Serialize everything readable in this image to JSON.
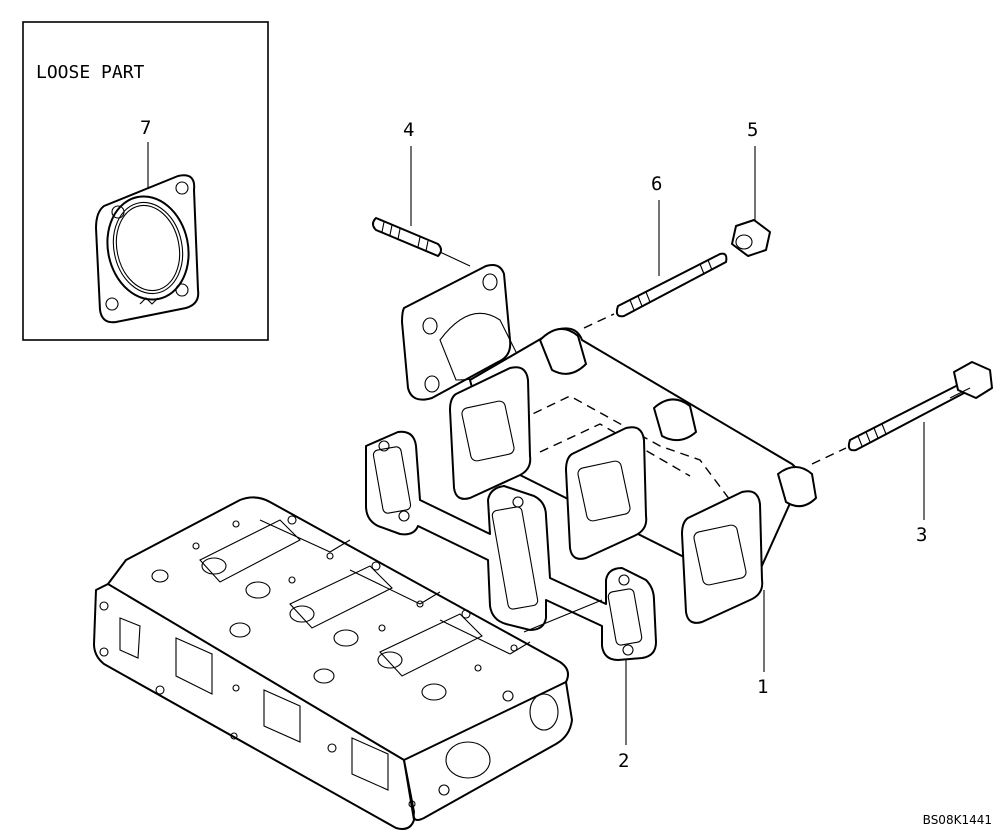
{
  "loose_part_box": {
    "title": "LOOSE PART",
    "callout": "7"
  },
  "callouts": [
    {
      "id": "1",
      "part": "exhaust-manifold"
    },
    {
      "id": "2",
      "part": "manifold-gasket"
    },
    {
      "id": "3",
      "part": "bolt"
    },
    {
      "id": "4",
      "part": "stud"
    },
    {
      "id": "5",
      "part": "nut"
    },
    {
      "id": "6",
      "part": "stud"
    },
    {
      "id": "7",
      "part": "flange-gasket"
    }
  ],
  "reference_code": "BS08K1441"
}
